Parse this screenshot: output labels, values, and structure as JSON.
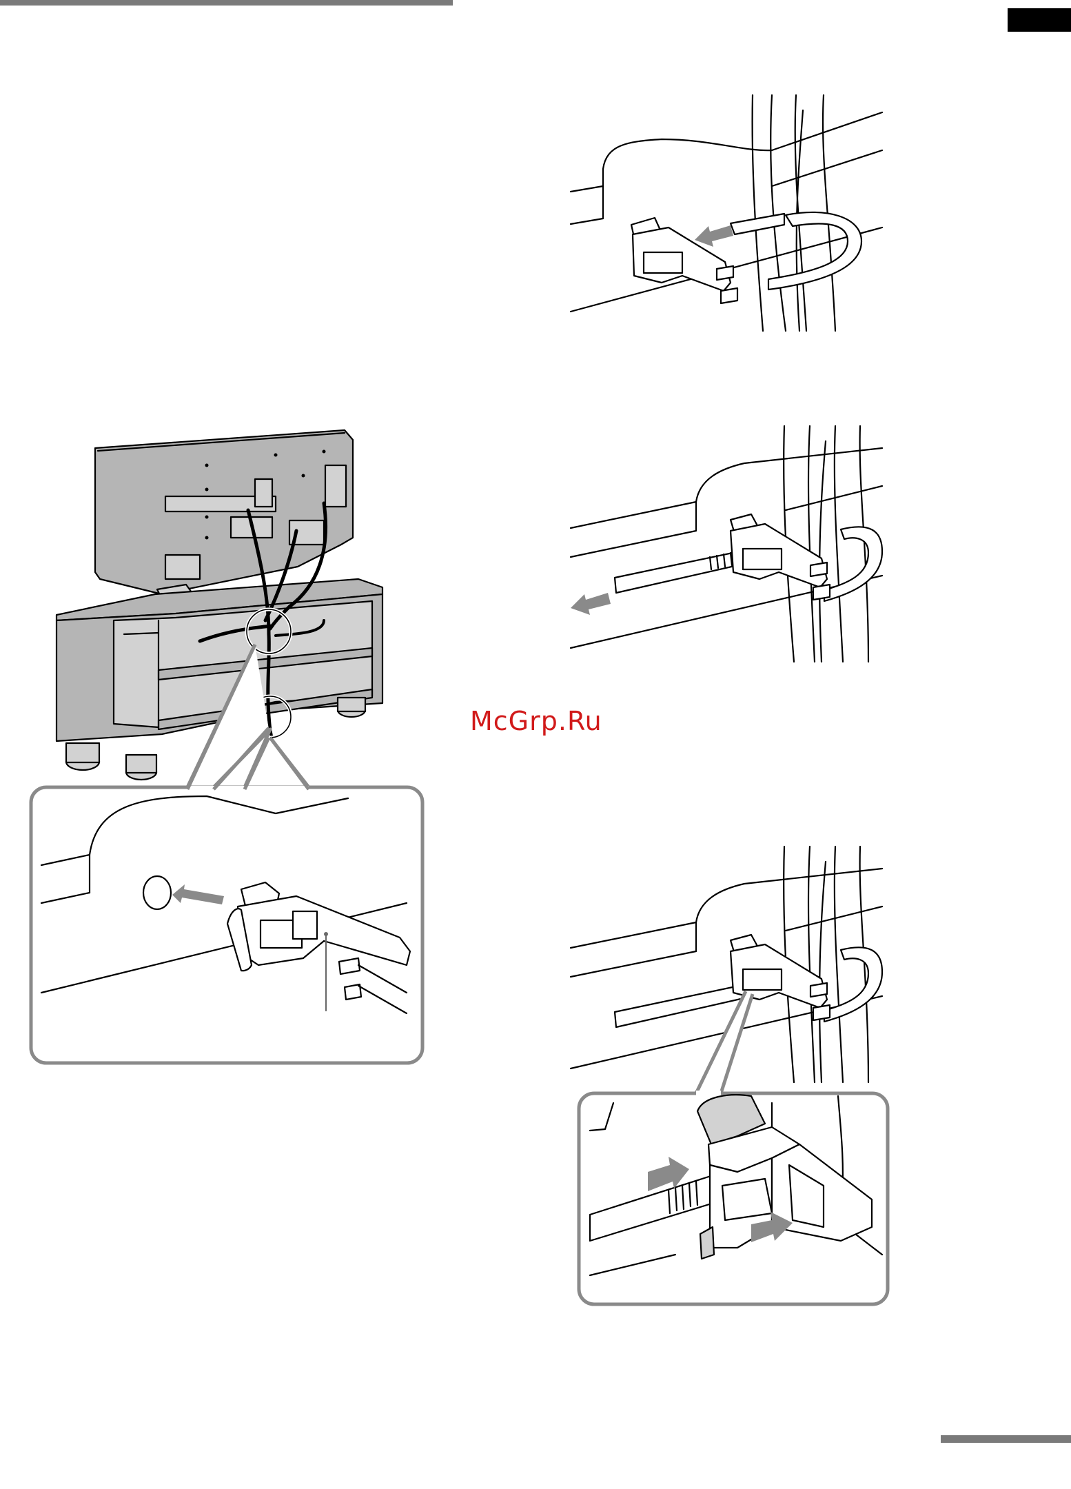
{
  "page": {
    "watermark": "McGrp.Ru",
    "header_rule_color": "#7a7a7a",
    "language_tab_color": "#000000",
    "accent_gray": "#8a8a8a"
  },
  "figures": [
    {
      "name": "tv-on-stand-cable-routing",
      "callout": "clamp-insertion-detail"
    },
    {
      "name": "wrap-band-around-cables"
    },
    {
      "name": "pull-band-tight"
    },
    {
      "name": "release-clamp",
      "callout": "clamp-release-detail"
    }
  ]
}
